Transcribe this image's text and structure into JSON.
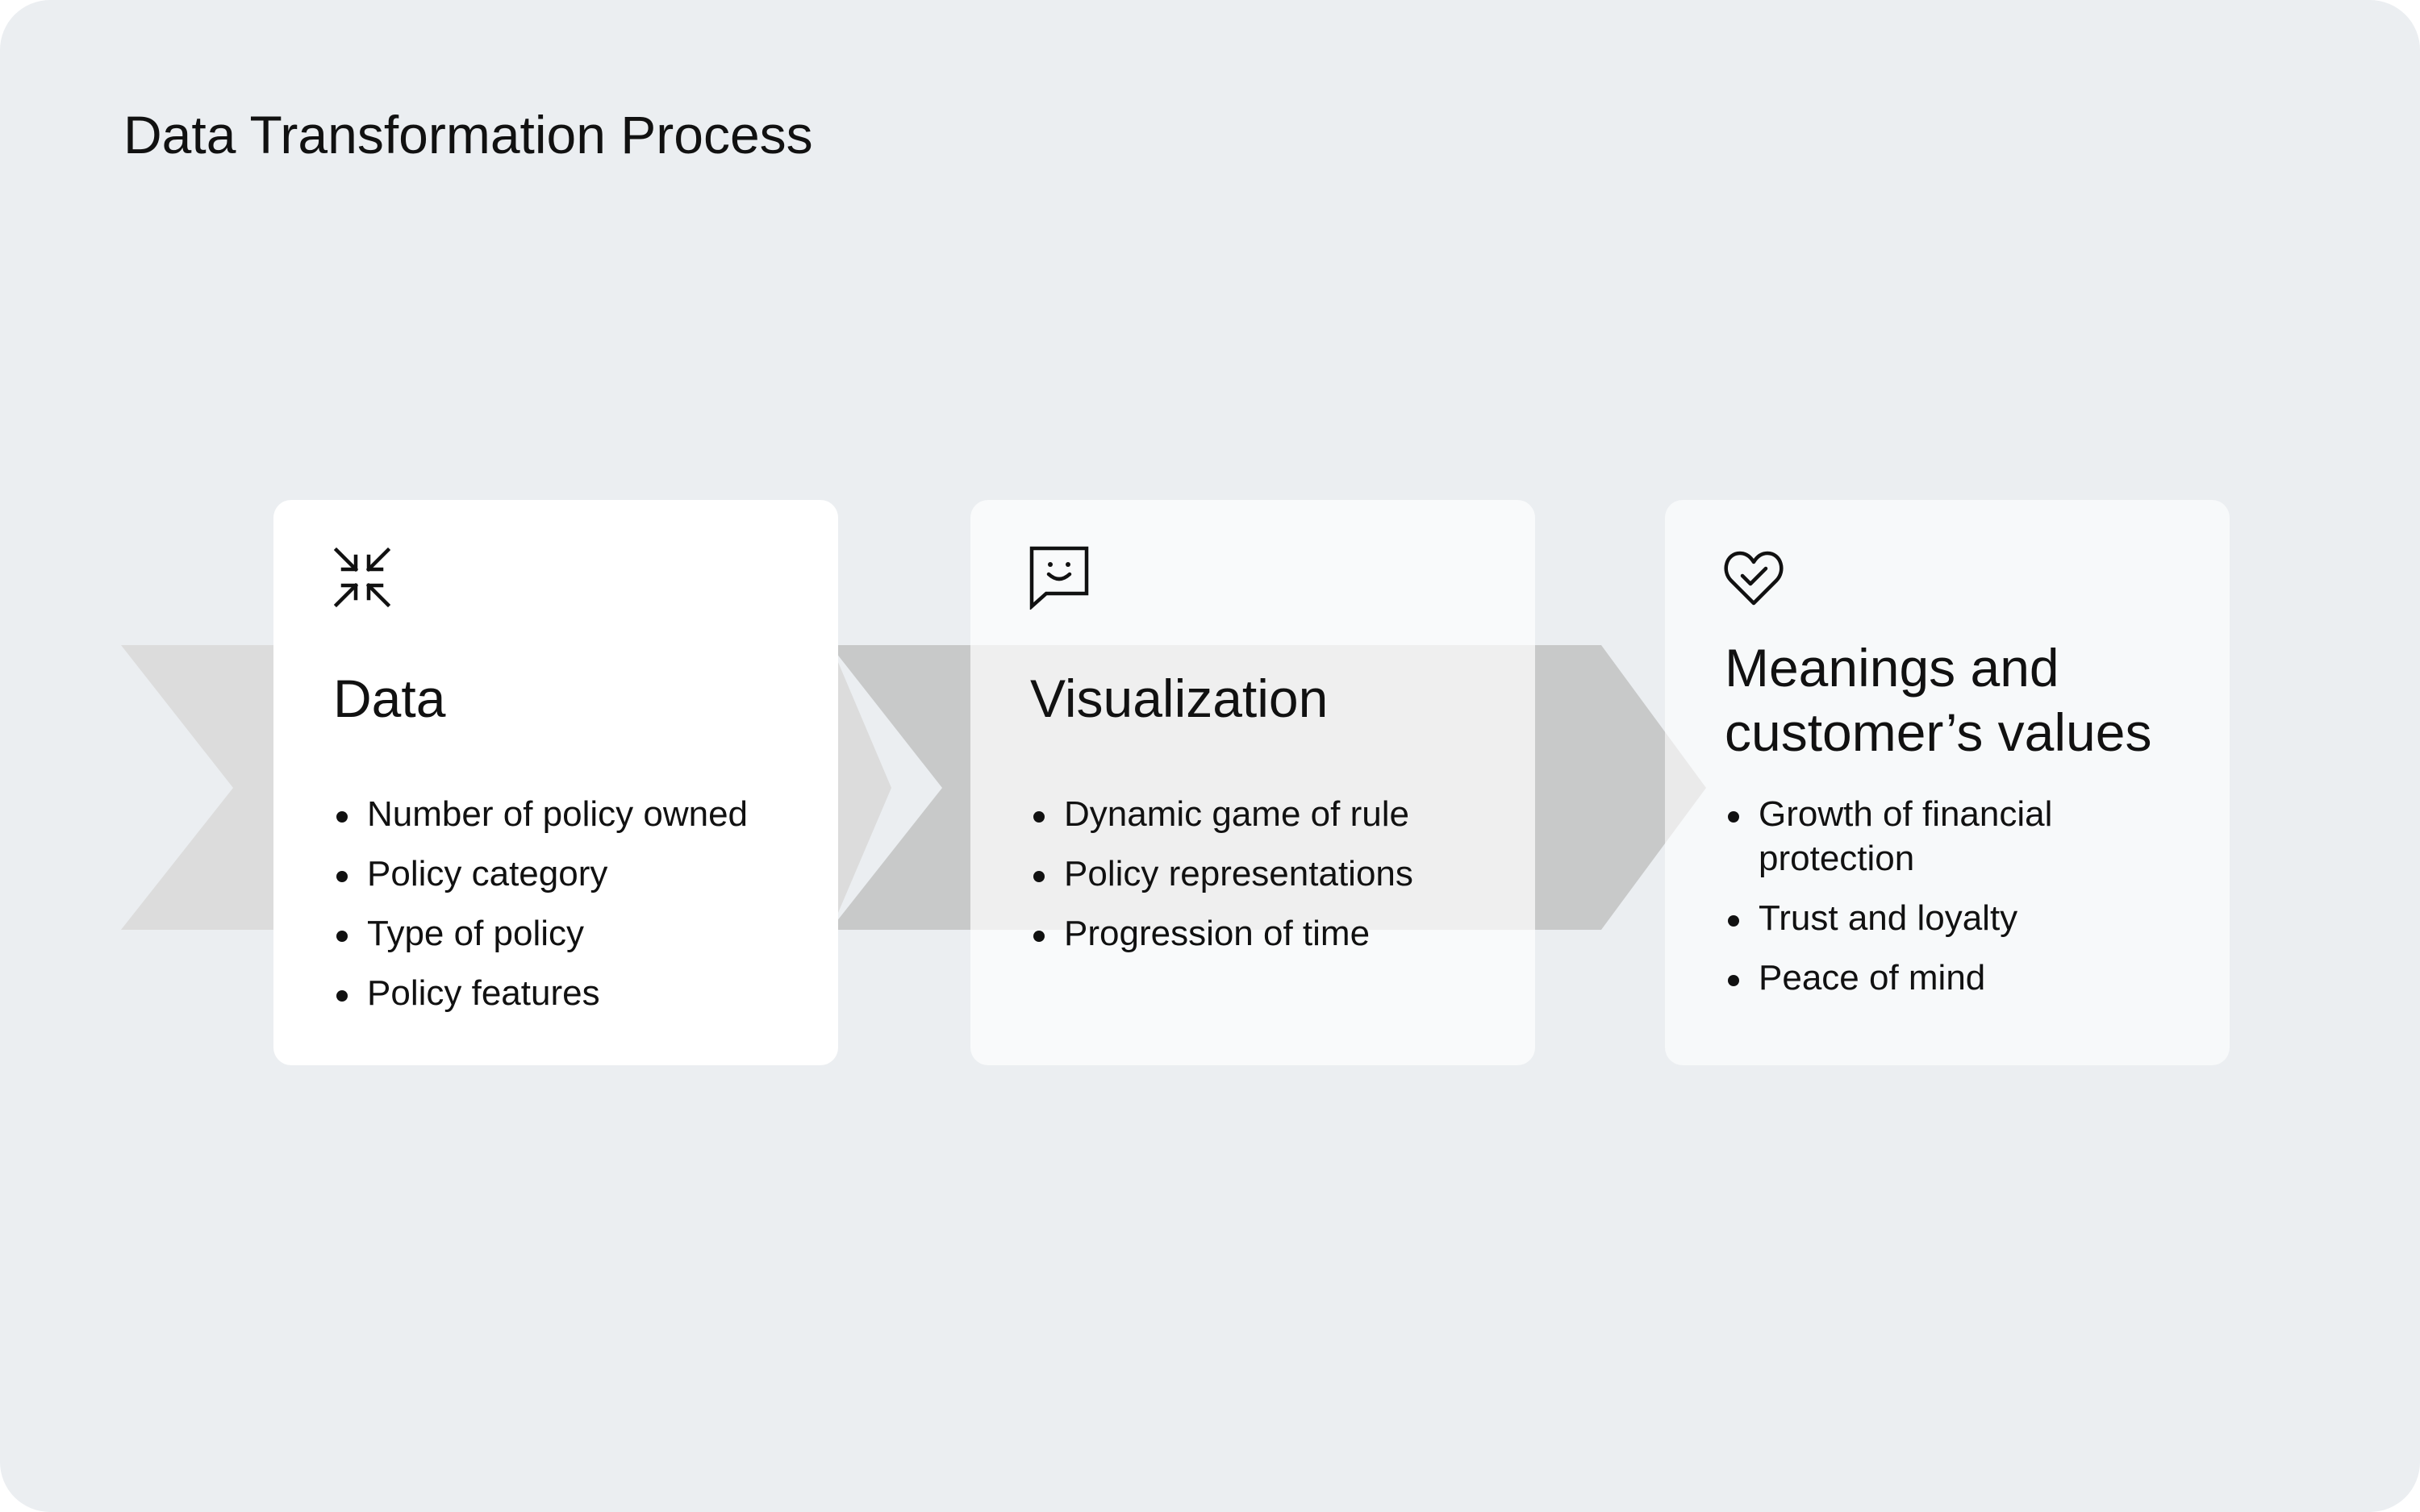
{
  "title": "Data Transformation Process",
  "colors": {
    "background": "#ebeef1",
    "chevron_light": "#dcdcdc",
    "chevron_dark": "#c8c9c9",
    "text": "#111111"
  },
  "steps": [
    {
      "icon": "compress-arrows-icon",
      "title": "Data",
      "items": [
        "Number of policy owned",
        "Policy category",
        "Type of policy",
        "Policy features"
      ]
    },
    {
      "icon": "chat-smile-icon",
      "title": "Visualization",
      "items": [
        "Dynamic game of rule",
        "Policy representations",
        "Progression of time"
      ]
    },
    {
      "icon": "heart-check-icon",
      "title": "Meanings and customer’s values",
      "items": [
        "Growth of financial protection",
        "Trust and loyalty",
        "Peace of mind"
      ]
    }
  ]
}
